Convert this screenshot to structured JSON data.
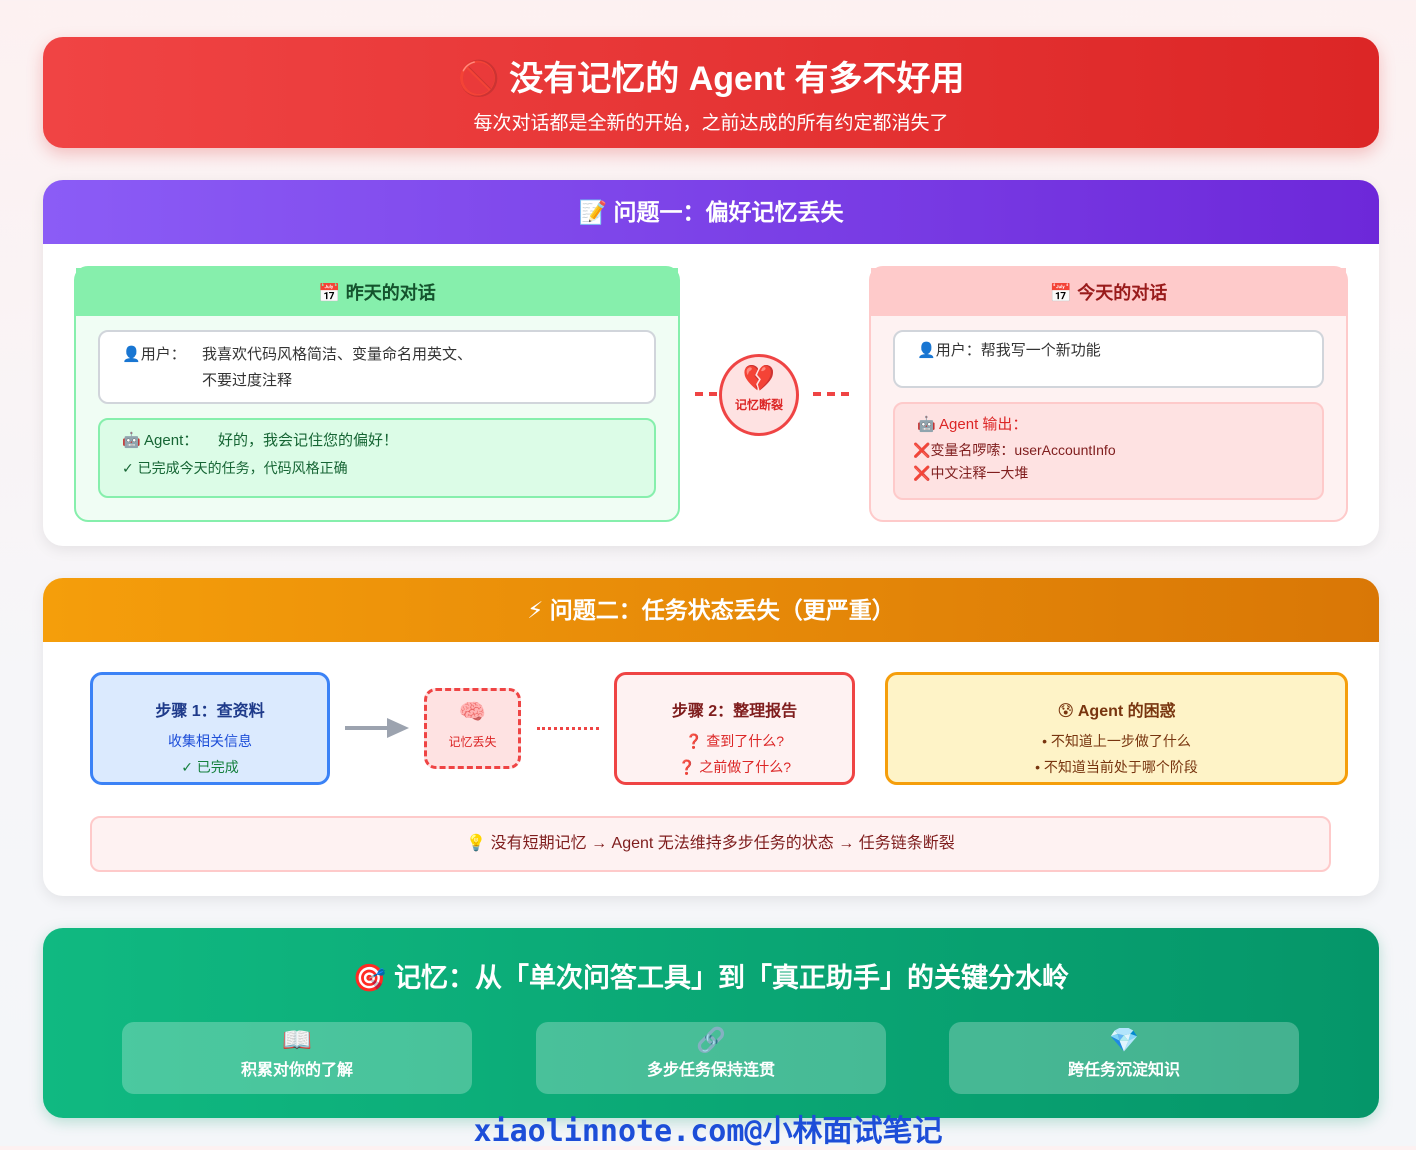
{
  "hero": {
    "icon": "🚫",
    "title": "没有记忆的 Agent 有多不好用",
    "subtitle": "每次对话都是全新的开始，之前达成的所有约定都消失了"
  },
  "problem1": {
    "icon": "📝",
    "title": "问题一：偏好记忆丢失",
    "yesterday": {
      "icon": "📅",
      "title": "昨天的对话",
      "user_icon": "👤",
      "user_label": "用户：",
      "user_line1": "我喜欢代码风格简洁、变量命名用英文、",
      "user_line2": "不要过度注释",
      "agent_icon": "🤖",
      "agent_label": "Agent：",
      "agent_text": "好的，我会记住您的偏好！",
      "done": "✓ 已完成今天的任务，代码风格正确"
    },
    "break": {
      "icon": "💔",
      "label": "记忆断裂"
    },
    "today": {
      "icon": "📅",
      "title": "今天的对话",
      "user_icon": "👤",
      "user_text": "用户：帮我写一个新功能",
      "agent_icon": "🤖",
      "agent_label": "Agent 输出：",
      "errors": [
        "变量名啰嗦：userAccountInfo",
        "中文注释一大堆"
      ],
      "error_icon": "❌"
    }
  },
  "problem2": {
    "icon": "⚡",
    "title": "问题二：任务状态丢失（更严重）",
    "step1": {
      "title": "步骤 1：查资料",
      "desc": "收集相关信息",
      "status": "✓ 已完成"
    },
    "lost": {
      "icon": "🧠",
      "label": "记忆丢失"
    },
    "step2": {
      "title": "步骤 2：整理报告",
      "q1": "查到了什么?",
      "q2": "之前做了什么?",
      "q_icon": "❓"
    },
    "confusion": {
      "icon": "😰",
      "title": "Agent 的困惑",
      "items": [
        "• 不知道上一步做了什么",
        "• 不知道当前处于哪个阶段"
      ]
    },
    "note": {
      "icon": "💡",
      "text": "没有短期记忆 → Agent 无法维持多步任务的状态 → 任务链条断裂"
    }
  },
  "conclusion": {
    "icon": "🎯",
    "title": "记忆：从「单次问答工具」到「真正助手」的关键分水岭",
    "cards": [
      {
        "icon": "📖",
        "label": "积累对你的了解"
      },
      {
        "icon": "🔗",
        "label": "多步任务保持连贯"
      },
      {
        "icon": "💎",
        "label": "跨任务沉淀知识"
      }
    ]
  },
  "watermark": "xiaolinnote.com@小林面试笔记"
}
